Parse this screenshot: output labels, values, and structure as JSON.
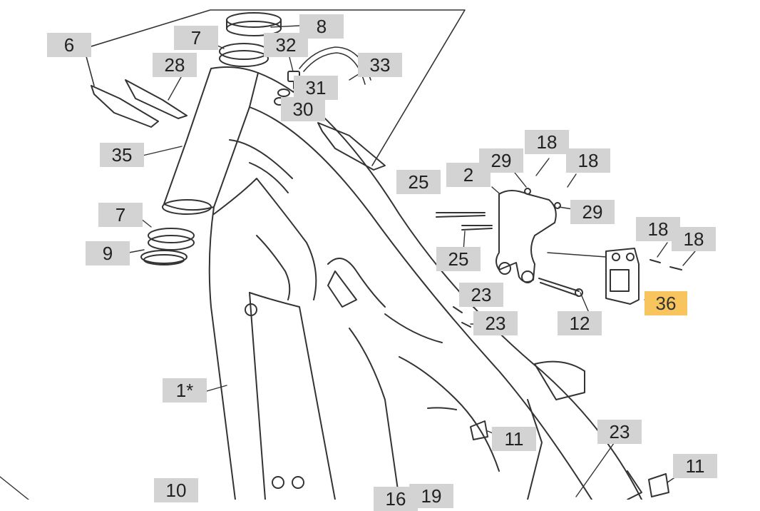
{
  "diagram": {
    "highlight_color": "#f7c45e",
    "callout_color": "#d3d3d3",
    "callouts": [
      {
        "id": "c8",
        "label": "8"
      },
      {
        "id": "c7a",
        "label": "7"
      },
      {
        "id": "c32",
        "label": "32"
      },
      {
        "id": "c6",
        "label": "6"
      },
      {
        "id": "c28",
        "label": "28"
      },
      {
        "id": "c33",
        "label": "33"
      },
      {
        "id": "c31",
        "label": "31"
      },
      {
        "id": "c30",
        "label": "30"
      },
      {
        "id": "c35",
        "label": "35"
      },
      {
        "id": "c7b",
        "label": "7"
      },
      {
        "id": "c9",
        "label": "9"
      },
      {
        "id": "c25a",
        "label": "25"
      },
      {
        "id": "c2",
        "label": "2"
      },
      {
        "id": "c29a",
        "label": "29"
      },
      {
        "id": "c18a",
        "label": "18"
      },
      {
        "id": "c18b",
        "label": "18"
      },
      {
        "id": "c29b",
        "label": "29"
      },
      {
        "id": "c25b",
        "label": "25"
      },
      {
        "id": "c18c",
        "label": "18"
      },
      {
        "id": "c18d",
        "label": "18"
      },
      {
        "id": "c23a",
        "label": "23"
      },
      {
        "id": "c23b",
        "label": "23"
      },
      {
        "id": "c36",
        "label": "36",
        "highlighted": true
      },
      {
        "id": "c12",
        "label": "12"
      },
      {
        "id": "c1",
        "label": "1*"
      },
      {
        "id": "c11a",
        "label": "11"
      },
      {
        "id": "c23c",
        "label": "23"
      },
      {
        "id": "c11b",
        "label": "11"
      },
      {
        "id": "c10",
        "label": "10"
      },
      {
        "id": "c16",
        "label": "16"
      },
      {
        "id": "c19",
        "label": "19"
      }
    ]
  }
}
